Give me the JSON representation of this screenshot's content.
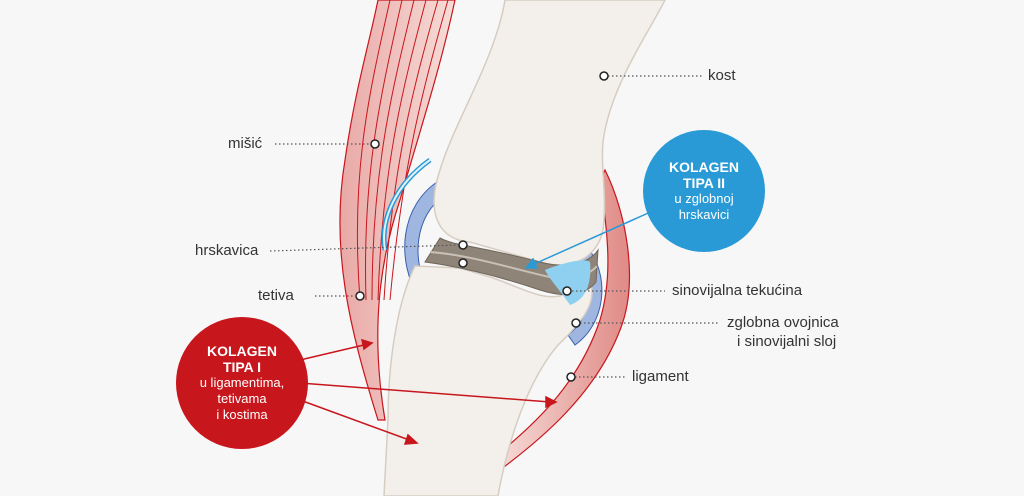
{
  "labels": {
    "kost": "kost",
    "misic": "mišić",
    "hrskavica": "hrskavica",
    "tetiva": "tetiva",
    "sinovijalna": "sinovijalna tekućina",
    "ovojnica_1": "zglobna ovojnica",
    "ovojnica_2": "i sinovijalni sloj",
    "ligament": "ligament"
  },
  "collagen_1": {
    "title1": "KOLAGEN",
    "title2": "TIPA I",
    "line1": "u ligamentima,",
    "line2": "tetivama",
    "line3": "i kostima",
    "color": "#c8161d"
  },
  "collagen_2": {
    "title1": "KOLAGEN",
    "title2": "TIPA II",
    "line1": "u zglobnoj",
    "line2": "hrskavici",
    "color": "#2a9ad6"
  }
}
